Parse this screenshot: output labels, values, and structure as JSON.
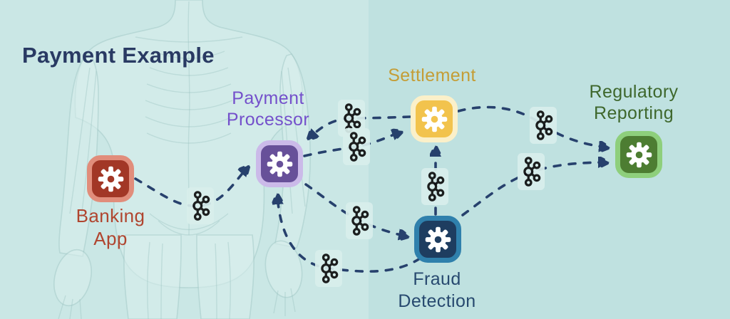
{
  "title": "Payment Example",
  "background_figure": "translucent human anatomy illustration",
  "colors": {
    "background_left": "#cae7e5",
    "background_right": "#bfe1e0",
    "arrow": "#27416d",
    "title_text": "#293a63",
    "kafka_icon": "#0e0e0e",
    "kafka_box": "#d9efec"
  },
  "nodes": [
    {
      "id": "banking-app",
      "label_lines": [
        "Banking",
        "App"
      ],
      "icon": "gear-icon",
      "fill": "#a23726",
      "border": "#e18d7b",
      "text_color": "#b0452f"
    },
    {
      "id": "payment-processor",
      "label_lines": [
        "Payment",
        "Processor"
      ],
      "icon": "gear-icon",
      "fill": "#675099",
      "border": "#cbbae9",
      "text_color": "#7450cb"
    },
    {
      "id": "settlement",
      "label_lines": [
        "Settlement"
      ],
      "icon": "gear-icon",
      "fill": "#f2c34d",
      "border": "#fbf0c9",
      "text_color": "#c49d36"
    },
    {
      "id": "fraud-detection",
      "label_lines": [
        "Fraud",
        "Detection"
      ],
      "icon": "gear-icon",
      "fill": "#1e3d60",
      "border": "#2f80ac",
      "text_color": "#27496f"
    },
    {
      "id": "regulatory-reporting",
      "label_lines": [
        "Regulatory",
        "Reporting"
      ],
      "icon": "gear-icon",
      "fill": "#4d7d32",
      "border": "#8ecf7c",
      "text_color": "#3e672c"
    }
  ],
  "edges": [
    {
      "from": "banking-app",
      "to": "payment-processor",
      "via": "kafka-icon"
    },
    {
      "from": "settlement",
      "to": "payment-processor",
      "via": "kafka-icon"
    },
    {
      "from": "payment-processor",
      "to": "settlement",
      "via": "kafka-icon"
    },
    {
      "from": "fraud-detection",
      "to": "settlement",
      "via": "kafka-icon"
    },
    {
      "from": "settlement",
      "to": "regulatory-reporting",
      "via": "kafka-icon"
    },
    {
      "from": "fraud-detection",
      "to": "regulatory-reporting",
      "via": "kafka-icon"
    },
    {
      "from": "payment-processor",
      "to": "fraud-detection",
      "via": "kafka-icon"
    },
    {
      "from": "fraud-detection",
      "to": "payment-processor",
      "via": "kafka-icon"
    }
  ]
}
